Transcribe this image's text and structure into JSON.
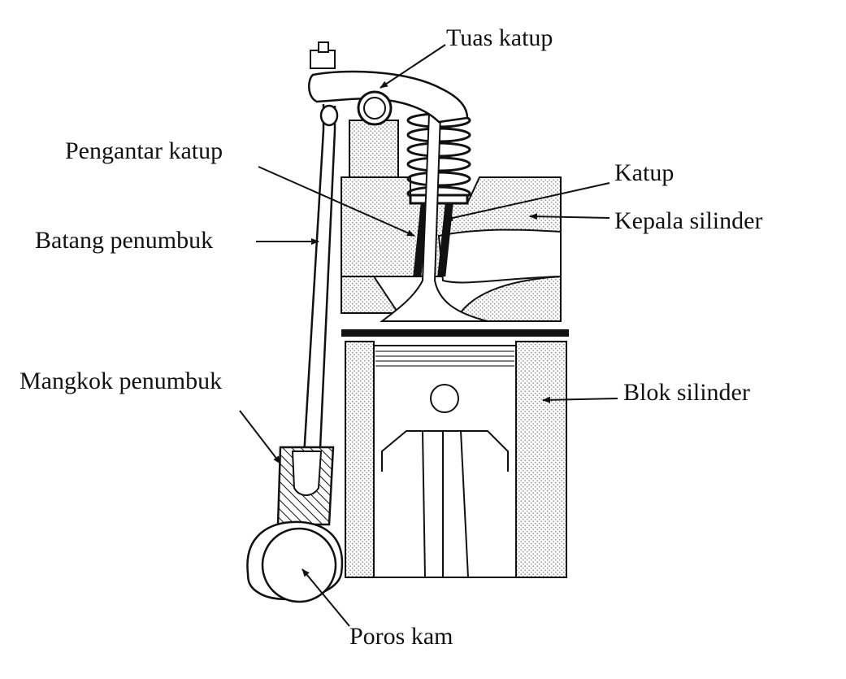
{
  "labels": {
    "tuas_katup": "Tuas katup",
    "pengantar_katup": "Pengantar katup",
    "katup": "Katup",
    "kepala_silinder": "Kepala silinder",
    "batang_penumbuk": "Batang penumbuk",
    "mangkok_penumbuk": "Mangkok penumbuk",
    "blok_silinder": "Blok silinder",
    "poros_kam": "Poros kam"
  },
  "colors": {
    "line": "#111111",
    "hatch": "#b8b8b8",
    "background": "#ffffff"
  }
}
